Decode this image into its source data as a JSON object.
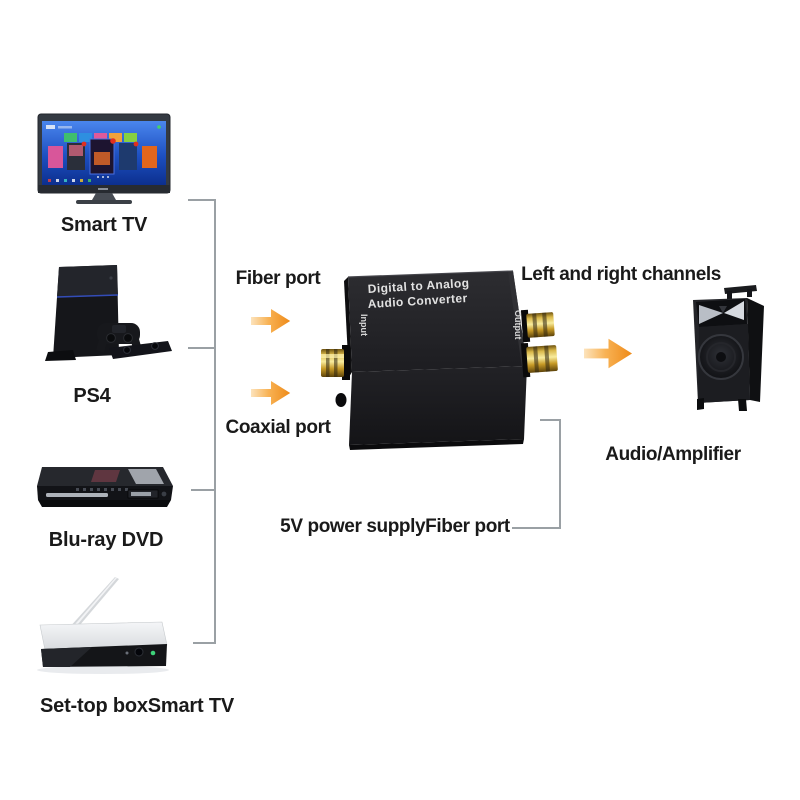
{
  "diagram": {
    "sources": [
      {
        "id": "smart-tv",
        "label": "Smart TV",
        "icon": "smart-tv-illustration"
      },
      {
        "id": "ps4",
        "label": "PS4",
        "icon": "ps4-console-illustration"
      },
      {
        "id": "bluray",
        "label": "Blu-ray DVD",
        "icon": "bluray-player-illustration"
      },
      {
        "id": "settop",
        "label": "Set-top boxSmart TV",
        "icon": "set-top-box-illustration"
      }
    ],
    "inputs": {
      "fiber": "Fiber port",
      "coaxial": "Coaxial port"
    },
    "converter": {
      "title_line1": "Digital to Analog",
      "title_line2": "Audio Converter",
      "input_label": "Input",
      "output_label": "Output"
    },
    "outputs": {
      "channels": "Left and right channels",
      "amplifier": "Audio/Amplifier"
    },
    "power": "5V power supplyFiber port"
  },
  "colors": {
    "background": "#ffffff",
    "label_text": "#1a1a1a",
    "connector_line": "#9aa0a4",
    "arrow_light": "#fce3bc",
    "arrow_dark": "#ee8a18",
    "gold_port": "#d9b84a",
    "device_black": "#1b1c20",
    "tv_screen_blue": "#1d4fc0",
    "led_green": "#3ed37a"
  }
}
